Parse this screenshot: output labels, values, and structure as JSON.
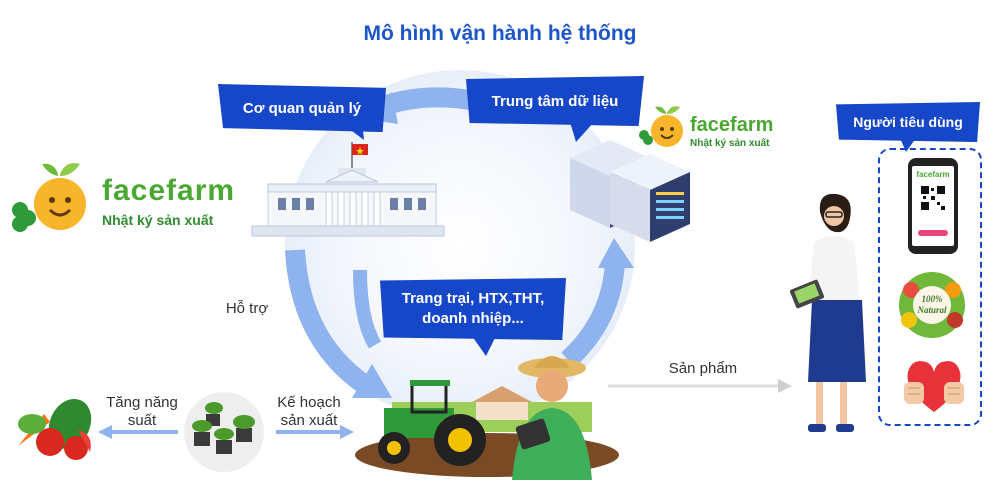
{
  "title": "Mô hình vận hành hệ thống",
  "nodes": {
    "authority": {
      "label": "Cơ quan quản lý"
    },
    "data_center": {
      "label": "Trung tâm dữ liệu"
    },
    "farm": {
      "label": "Trang trại, HTX,THT, doanh nhiệp..."
    },
    "consumer": {
      "label": "Người tiêu dùng"
    }
  },
  "edges": {
    "support": "Hỗ trợ",
    "product": "Sản phẩm",
    "plan": "Kế hoạch sản xuất",
    "yield": "Tăng năng suất"
  },
  "logo": {
    "brand": "facefarm",
    "tagline": "Nhật ký sản xuất"
  },
  "phone": {
    "app_name": "facefarm"
  },
  "badge": {
    "natural": "100% Natural"
  },
  "colors": {
    "accent_blue": "#1747c9",
    "arrow_blue": "#8fb3ee",
    "brand_green": "#2e8b2e",
    "grey_arrow": "#dcdcdc"
  },
  "icons": [
    "seedling-mascot-icon",
    "government-building-icon",
    "server-stack-icon",
    "tractor-icon",
    "farmer-icon",
    "seedlings-icon",
    "vegetables-icon",
    "smartphone-qr-icon",
    "natural-badge-icon",
    "heart-hands-icon",
    "consumer-woman-icon",
    "vietnam-flag-icon"
  ]
}
